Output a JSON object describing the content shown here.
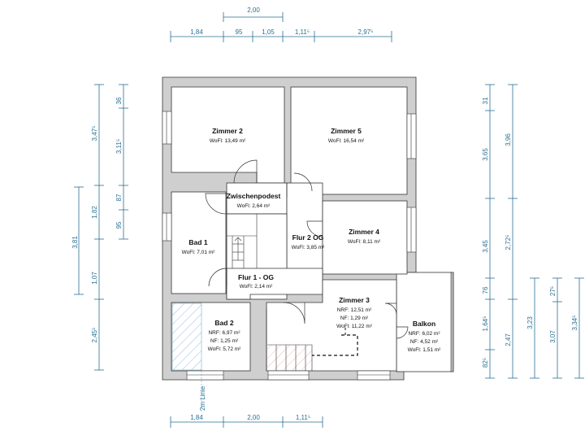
{
  "rooms": [
    {
      "id": "zimmer2",
      "name": "Zimmer 2",
      "lines": [
        "WoFl: 13,49 m²"
      ]
    },
    {
      "id": "zimmer5",
      "name": "Zimmer 5",
      "lines": [
        "WoFl: 16,54 m²"
      ]
    },
    {
      "id": "zwischenpodest",
      "name": "Zwischenpodest",
      "lines": [
        "WoFl: 2,64 m²"
      ]
    },
    {
      "id": "zimmer4",
      "name": "Zimmer 4",
      "lines": [
        "WoFl: 8,11 m²"
      ]
    },
    {
      "id": "flur2",
      "name": "Flur 2 OG",
      "lines": [
        "WoFl: 3,85 m²"
      ]
    },
    {
      "id": "bad1",
      "name": "Bad 1",
      "lines": [
        "WoFl: 7,01 m²"
      ]
    },
    {
      "id": "flur1",
      "name": "Flur 1 - OG",
      "lines": [
        "WoFl: 2,14 m²"
      ]
    },
    {
      "id": "zimmer3",
      "name": "Zimmer 3",
      "lines": [
        "NRF: 12,51 m²",
        "NF: 1,29 m²",
        "WoFl: 11,22 m²"
      ]
    },
    {
      "id": "bad2",
      "name": "Bad 2",
      "lines": [
        "NRF: 6,97 m²",
        "NF: 1,25 m²",
        "WoFl: 5,72 m²"
      ]
    },
    {
      "id": "balkon",
      "name": "Balkon",
      "lines": [
        "NRF: 6,02 m²",
        "NF: 4,52 m²",
        "WoFl: 1,51 m²"
      ]
    }
  ],
  "dims": {
    "top_overall": "2,00",
    "top": [
      "1,84",
      "95",
      "1,05",
      "1,11⁵",
      "2,97⁵"
    ],
    "bottom": [
      "1,84",
      "2,00",
      "1,11⁵"
    ],
    "left_outer": "3,81",
    "left_a": [
      "3,47⁵",
      "1,82",
      "1,07",
      "2,45⁵"
    ],
    "left_b": [
      "36",
      "3,11⁵",
      "87",
      "95"
    ],
    "right_a": [
      "31",
      "3,65",
      "3,45",
      "76",
      "1,64⁵",
      "82⁵"
    ],
    "right_b": [
      "3,96",
      "2,72⁵",
      "2,47"
    ],
    "right_c": [
      "3,23"
    ],
    "right_d": [
      "27⁵",
      "3,07"
    ],
    "right_e": [
      "3,34⁵"
    ]
  },
  "annotation": "2m Linie"
}
